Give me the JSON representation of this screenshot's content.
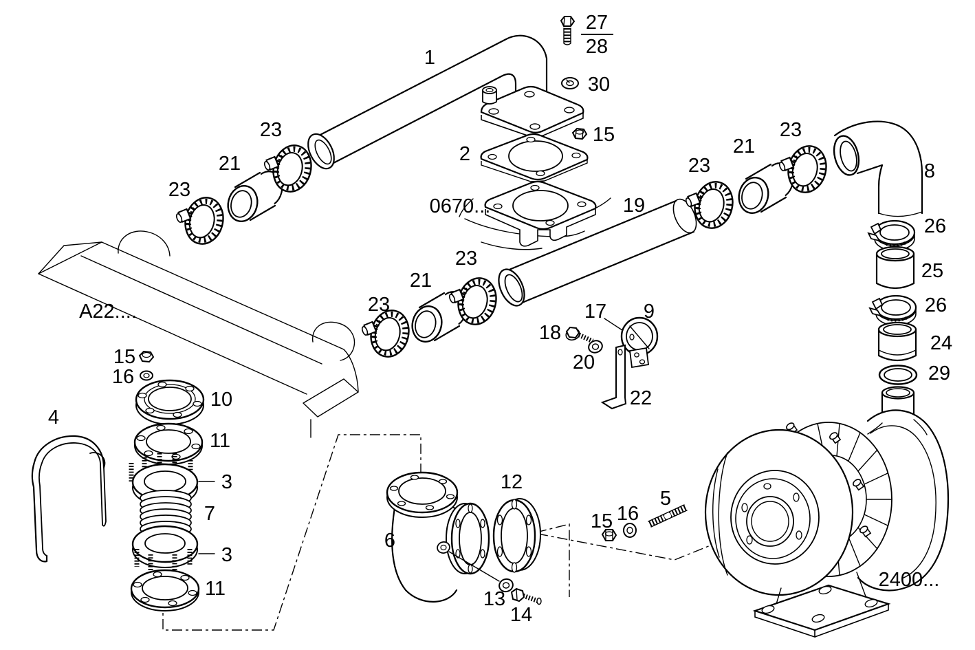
{
  "diagram": {
    "background": "#ffffff",
    "line_color": "#000000",
    "callouts": {
      "pipe1": "1",
      "bolt_fraction_top": "27",
      "bolt_fraction_bottom": "28",
      "washer30": "30",
      "nut15_top": "15",
      "gasket2": "2",
      "ref_0670": "0670...",
      "pipe19": "19",
      "clamp23_left_outer": "23",
      "sleeve21_left": "21",
      "clamp23_left_inner": "23",
      "clamp23_mid_outer": "23",
      "sleeve21_mid": "21",
      "clamp23_mid_inner": "23",
      "clamp23_right_outer": "23",
      "sleeve21_right": "21",
      "clamp23_right_inner": "23",
      "hose8": "8",
      "clamp26_upper": "26",
      "sleeve25": "25",
      "clamp26_lower": "26",
      "sleeve24": "24",
      "oring29": "29",
      "ref_2400": "2400...",
      "bolt18": "18",
      "washer20": "20",
      "callout17": "17",
      "clampring9": "9",
      "bracket22": "22",
      "ref_a22": "A22....",
      "nut15_left": "15",
      "washer16_left": "16",
      "flange10": "10",
      "gasket11_upper": "11",
      "shield4": "4",
      "ring3_upper": "3",
      "bellows7": "7",
      "ring3_lower": "3",
      "gasket11_lower": "11",
      "elbow6": "6",
      "flange12": "12",
      "washer13": "13",
      "bolt14": "14",
      "nut15_mid": "15",
      "washer16_mid": "16",
      "stud5": "5"
    }
  }
}
